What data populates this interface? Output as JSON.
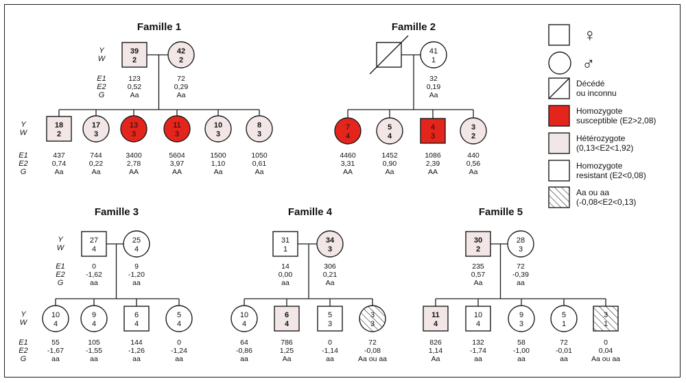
{
  "colors": {
    "red": "#e3251c",
    "pink": "#f3e6e6",
    "white": "#ffffff",
    "line": "#1a1a1a"
  },
  "legend": {
    "square_symbol": "♀",
    "circle_symbol": "♂",
    "deceased": [
      "Décédé",
      "ou inconnu"
    ],
    "homozygous_susceptible": [
      "Homozygote",
      "susceptible (E2>2,08)"
    ],
    "heterozygous": [
      "Hétérozygote",
      "(0,13<E2<1,92)"
    ],
    "homozygous_resistant": [
      "Homozygote",
      "resistant (E2<0,08)"
    ],
    "uncertain": [
      "Aa ou aa",
      "(-0,08<E2<0,13)"
    ]
  },
  "row_labels": {
    "Y": "Y",
    "W": "W",
    "E1": "E1",
    "E2": "E2",
    "G": "G"
  },
  "families": [
    {
      "title": "Famille 1",
      "parents": [
        {
          "shape": "square",
          "fill": "pink",
          "y": "39",
          "w": "2",
          "e1": "123",
          "e2": "0,52",
          "g": "Aa"
        },
        {
          "shape": "circle",
          "fill": "pink",
          "y": "42",
          "w": "2",
          "e1": "72",
          "e2": "0,29",
          "g": "Aa"
        }
      ],
      "children": [
        {
          "shape": "square",
          "fill": "pink",
          "y": "18",
          "w": "2",
          "e1": "437",
          "e2": "0,74",
          "g": "Aa"
        },
        {
          "shape": "circle",
          "fill": "pink",
          "y": "17",
          "w": "3",
          "e1": "744",
          "e2": "0,22",
          "g": "Aa"
        },
        {
          "shape": "circle",
          "fill": "red",
          "y": "13",
          "w": "3",
          "e1": "3400",
          "e2": "2,78",
          "g": "AA"
        },
        {
          "shape": "circle",
          "fill": "red",
          "y": "11",
          "w": "3",
          "e1": "5604",
          "e2": "3,97",
          "g": "AA"
        },
        {
          "shape": "circle",
          "fill": "pink",
          "y": "10",
          "w": "3",
          "e1": "1500",
          "e2": "1,10",
          "g": "Aa"
        },
        {
          "shape": "circle",
          "fill": "pink",
          "y": "8",
          "w": "3",
          "e1": "1050",
          "e2": "0,61",
          "g": "Aa"
        }
      ]
    },
    {
      "title": "Famille 2",
      "parents": [
        {
          "shape": "square",
          "fill": "deceased",
          "y": "",
          "w": "",
          "e1": "",
          "e2": "",
          "g": ""
        },
        {
          "shape": "circle",
          "fill": "white",
          "y": "41",
          "w": "1",
          "e1": "32",
          "e2": "0,19",
          "g": "Aa"
        }
      ],
      "children": [
        {
          "shape": "circle",
          "fill": "red",
          "y": "7",
          "w": "4",
          "e1": "4460",
          "e2": "3,31",
          "g": "AA"
        },
        {
          "shape": "circle",
          "fill": "pink",
          "y": "5",
          "w": "4",
          "e1": "1452",
          "e2": "0,90",
          "g": "Aa"
        },
        {
          "shape": "square",
          "fill": "red",
          "y": "4",
          "w": "3",
          "e1": "1086",
          "e2": "2,39",
          "g": "AA"
        },
        {
          "shape": "circle",
          "fill": "pink",
          "y": "3",
          "w": "2",
          "e1": "440",
          "e2": "0,56",
          "g": "Aa"
        }
      ]
    },
    {
      "title": "Famille 3",
      "parents": [
        {
          "shape": "square",
          "fill": "white",
          "y": "27",
          "w": "4",
          "e1": "0",
          "e2": "-1,62",
          "g": "aa"
        },
        {
          "shape": "circle",
          "fill": "white",
          "y": "25",
          "w": "4",
          "e1": "9",
          "e2": "-1,20",
          "g": "aa"
        }
      ],
      "children": [
        {
          "shape": "circle",
          "fill": "white",
          "y": "10",
          "w": "4",
          "e1": "55",
          "e2": "-1,67",
          "g": "aa"
        },
        {
          "shape": "circle",
          "fill": "white",
          "y": "9",
          "w": "4",
          "e1": "105",
          "e2": "-1,55",
          "g": "aa"
        },
        {
          "shape": "square",
          "fill": "white",
          "y": "6",
          "w": "4",
          "e1": "144",
          "e2": "-1,26",
          "g": "aa"
        },
        {
          "shape": "circle",
          "fill": "white",
          "y": "5",
          "w": "4",
          "e1": "0",
          "e2": "-1,24",
          "g": "aa"
        }
      ]
    },
    {
      "title": "Famille 4",
      "parents": [
        {
          "shape": "square",
          "fill": "white",
          "y": "31",
          "w": "1",
          "e1": "14",
          "e2": "0,00",
          "g": "aa"
        },
        {
          "shape": "circle",
          "fill": "pink",
          "y": "34",
          "w": "3",
          "e1": "306",
          "e2": "0,21",
          "g": "Aa"
        }
      ],
      "children": [
        {
          "shape": "circle",
          "fill": "white",
          "y": "10",
          "w": "4",
          "e1": "64",
          "e2": "-0,86",
          "g": "aa"
        },
        {
          "shape": "square",
          "fill": "pink",
          "y": "6",
          "w": "4",
          "e1": "786",
          "e2": "1,25",
          "g": "Aa"
        },
        {
          "shape": "square",
          "fill": "white",
          "y": "5",
          "w": "3",
          "e1": "0",
          "e2": "-1,14",
          "g": "aa"
        },
        {
          "shape": "circle",
          "fill": "hatch",
          "y": "3",
          "w": "3",
          "e1": "72",
          "e2": "-0,08",
          "g": "Aa ou aa"
        }
      ]
    },
    {
      "title": "Famille 5",
      "parents": [
        {
          "shape": "square",
          "fill": "pink",
          "y": "30",
          "w": "2",
          "e1": "235",
          "e2": "0,57",
          "g": "Aa"
        },
        {
          "shape": "circle",
          "fill": "white",
          "y": "28",
          "w": "3",
          "e1": "72",
          "e2": "-0,39",
          "g": "aa"
        }
      ],
      "children": [
        {
          "shape": "square",
          "fill": "pink",
          "y": "11",
          "w": "4",
          "e1": "826",
          "e2": "1,14",
          "g": "Aa"
        },
        {
          "shape": "square",
          "fill": "white",
          "y": "10",
          "w": "4",
          "e1": "132",
          "e2": "-1,74",
          "g": "aa"
        },
        {
          "shape": "circle",
          "fill": "white",
          "y": "9",
          "w": "3",
          "e1": "58",
          "e2": "-1,00",
          "g": "aa"
        },
        {
          "shape": "circle",
          "fill": "white",
          "y": "5",
          "w": "1",
          "e1": "72",
          "e2": "-0,01",
          "g": "aa"
        },
        {
          "shape": "square",
          "fill": "hatch",
          "y": "3",
          "w": "1",
          "e1": "0",
          "e2": "0,04",
          "g": "Aa ou aa"
        }
      ]
    }
  ]
}
